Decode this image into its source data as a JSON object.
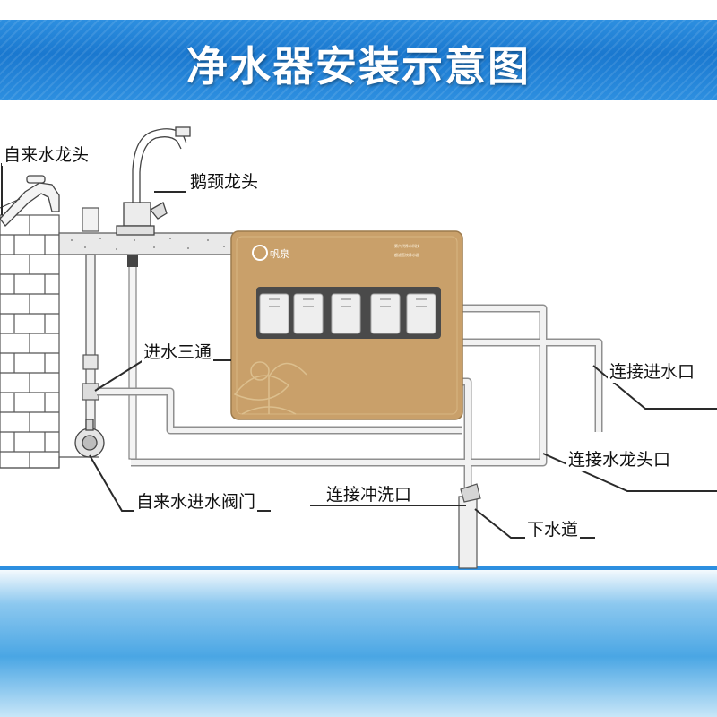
{
  "title": "净水器安装示意图",
  "labels": {
    "tap_water_faucet": "自来水龙头",
    "gooseneck_faucet": "鹅颈龙头",
    "inlet_tee": "进水三通",
    "inlet_valve": "自来水进水阀门",
    "connect_inlet": "连接进水口",
    "connect_faucet": "连接水龙头口",
    "connect_flush": "连接冲洗口",
    "drain": "下水道"
  },
  "device": {
    "brand": "帆泉",
    "panel_line1": "第六代净水科技",
    "panel_line2": "超滤直饮净水器"
  },
  "colors": {
    "header_blue": "#1a78cf",
    "device_gold": "#c9a06a",
    "pipe": "#9a9a9a",
    "line": "#2a2a2a"
  }
}
